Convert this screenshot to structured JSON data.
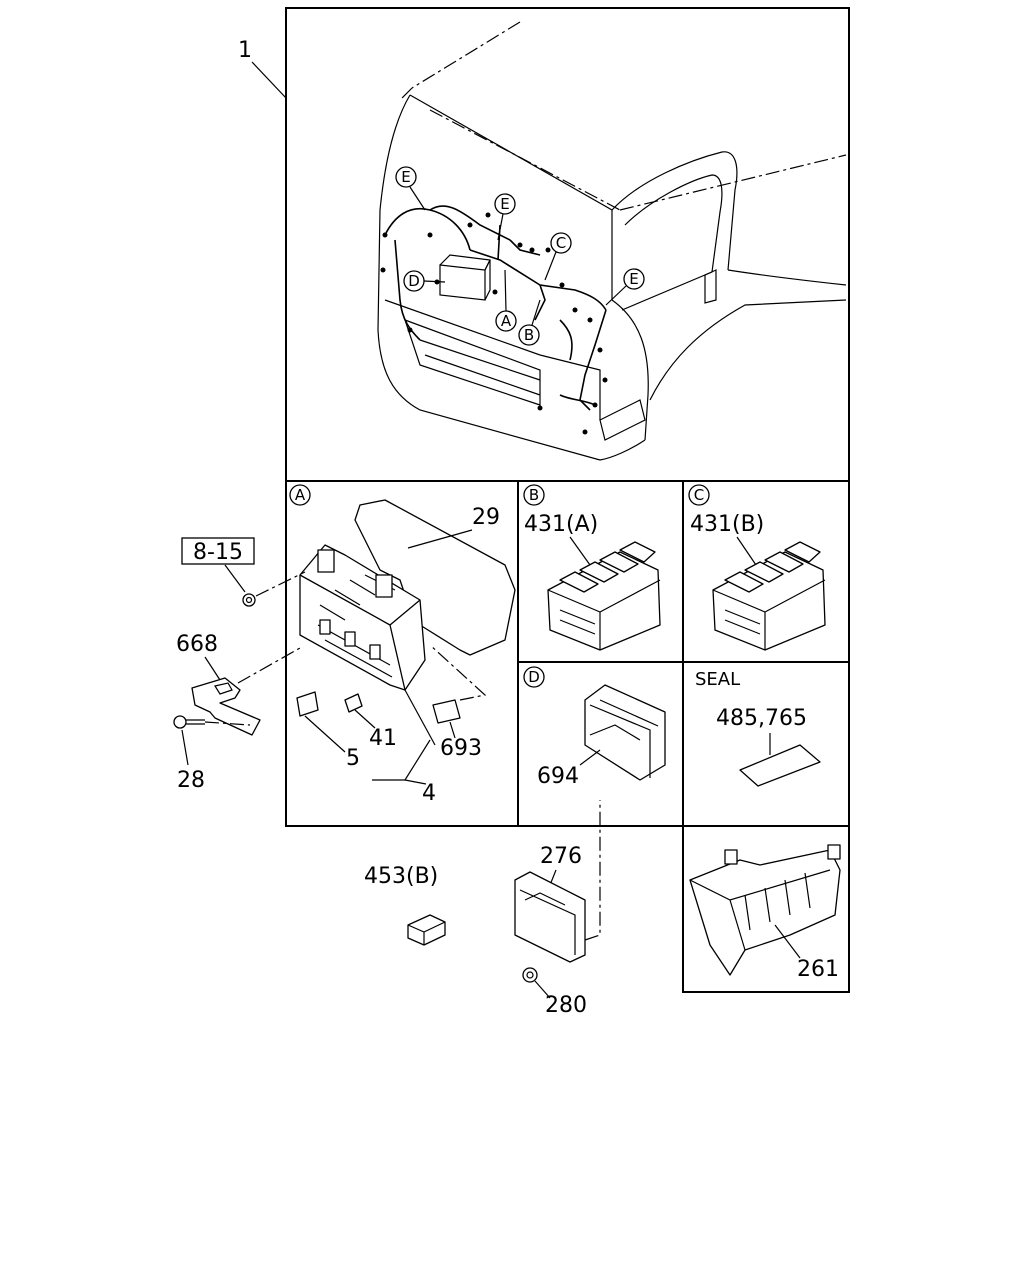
{
  "callouts": {
    "c1": "1",
    "c29": "29",
    "c8_15": "8-15",
    "c668": "668",
    "c28": "28",
    "c41": "41",
    "c5": "5",
    "c4": "4",
    "c693": "693",
    "c431a": "431(A)",
    "c431b": "431(B)",
    "c694": "694",
    "seal": "SEAL",
    "c485_765": "485,765",
    "c453b": "453(B)",
    "c276": "276",
    "c280": "280",
    "c261": "261"
  },
  "detail_markers": {
    "a": "A",
    "b": "B",
    "c": "C",
    "d": "D",
    "e": "E"
  }
}
